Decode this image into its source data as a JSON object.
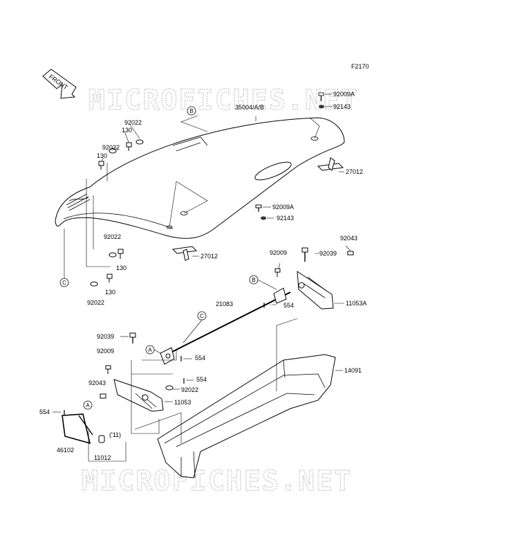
{
  "figure_code": "F2170",
  "front_label": "FRONT",
  "watermark": "MICROFICHES.NET",
  "callouts": [
    "A",
    "B",
    "C"
  ],
  "parts": {
    "p35004": "35004/A/B",
    "p92009a_top": "92009A",
    "p92143_top": "92143",
    "p27012_right": "27012",
    "p92022_a": "92022",
    "p130_a": "130",
    "p92022_b": "92022",
    "p130_b": "130",
    "p92009a_mid": "92009A",
    "p92143_mid": "92143",
    "p92022_c": "92022",
    "p27012_mid": "27012",
    "p130_c": "130",
    "p130_d": "130",
    "p92022_d": "92022",
    "p92043_r": "92043",
    "p92009_r": "92009",
    "p92039_r": "92039",
    "p11053a": "11053A",
    "p554_r": "554",
    "p21083": "21083",
    "p92039_l": "92039",
    "p554_m1": "554",
    "p92009_l": "92009",
    "p554_m2": "554",
    "p92022_e": "92022",
    "p92043_l": "92043",
    "p11053": "11053",
    "p14091": "14091",
    "p554_l": "554",
    "p46102": "46102",
    "p11": "('11)",
    "p11012": "11012"
  }
}
